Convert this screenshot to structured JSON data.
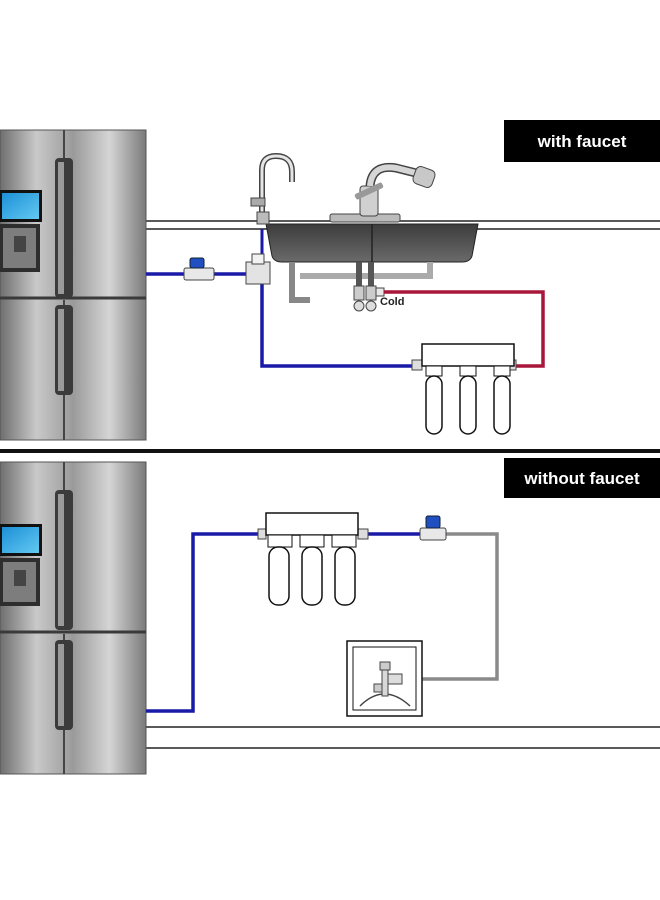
{
  "labels": {
    "with_faucet": "with faucet",
    "without_faucet": "without faucet",
    "cold": "Cold"
  },
  "colors": {
    "blue_line": "#1a1aa8",
    "red_line": "#a8163a",
    "gray_line": "#8a8a8a",
    "tag_bg": "#000000",
    "tag_text": "#ffffff",
    "valve_blue": "#1f4fc0"
  },
  "panels": [
    {
      "name": "with-faucet",
      "icons": [
        "refrigerator-icon",
        "sink-icon",
        "kitchen-faucet-icon",
        "drinking-faucet-icon",
        "ball-valve-icon",
        "tee-adapter-icon",
        "angle-stop-valve-icon",
        "triple-filter-icon"
      ]
    },
    {
      "name": "without-faucet",
      "icons": [
        "refrigerator-icon",
        "triple-filter-icon",
        "ball-valve-icon",
        "wall-valve-box-icon"
      ]
    }
  ]
}
